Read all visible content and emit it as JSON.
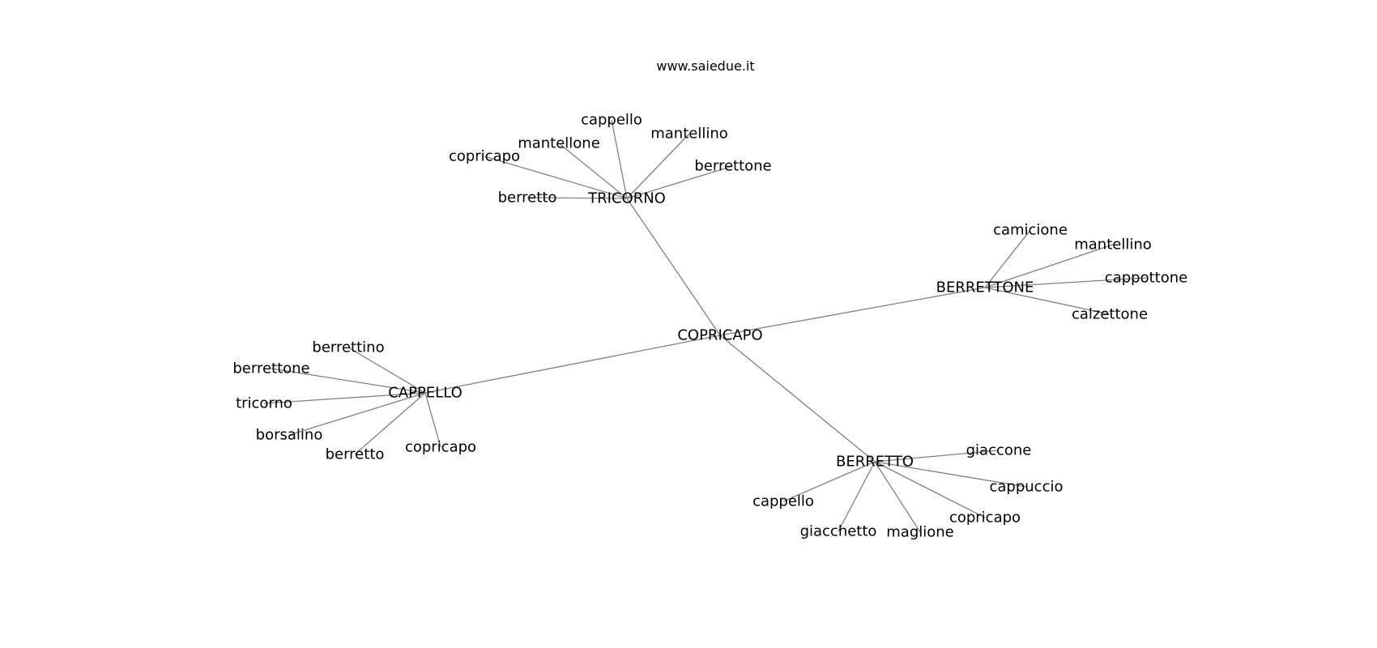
{
  "header": {
    "site": "www.saiedue.it"
  },
  "graph": {
    "root": {
      "id": "root",
      "label": "COPRICAPO"
    },
    "hubs": [
      {
        "id": "tricorno",
        "label": "TRICORNO",
        "leaves": [
          "berretto",
          "copricapo",
          "mantellone",
          "cappello",
          "mantellino",
          "berrettone"
        ]
      },
      {
        "id": "berrettone",
        "label": "BERRETTONE",
        "leaves": [
          "camicione",
          "mantellino",
          "cappottone",
          "calzettone"
        ]
      },
      {
        "id": "cappello",
        "label": "CAPPELLO",
        "leaves": [
          "berrettino",
          "berrettone",
          "tricorno",
          "borsalino",
          "berretto",
          "copricapo"
        ]
      },
      {
        "id": "berretto",
        "label": "BERRETTO",
        "leaves": [
          "giaccone",
          "cappuccio",
          "copricapo",
          "maglione",
          "giacchetto",
          "cappello"
        ]
      }
    ]
  },
  "colors": {
    "edge": "#808080",
    "text": "#000000",
    "background": "#ffffff"
  }
}
